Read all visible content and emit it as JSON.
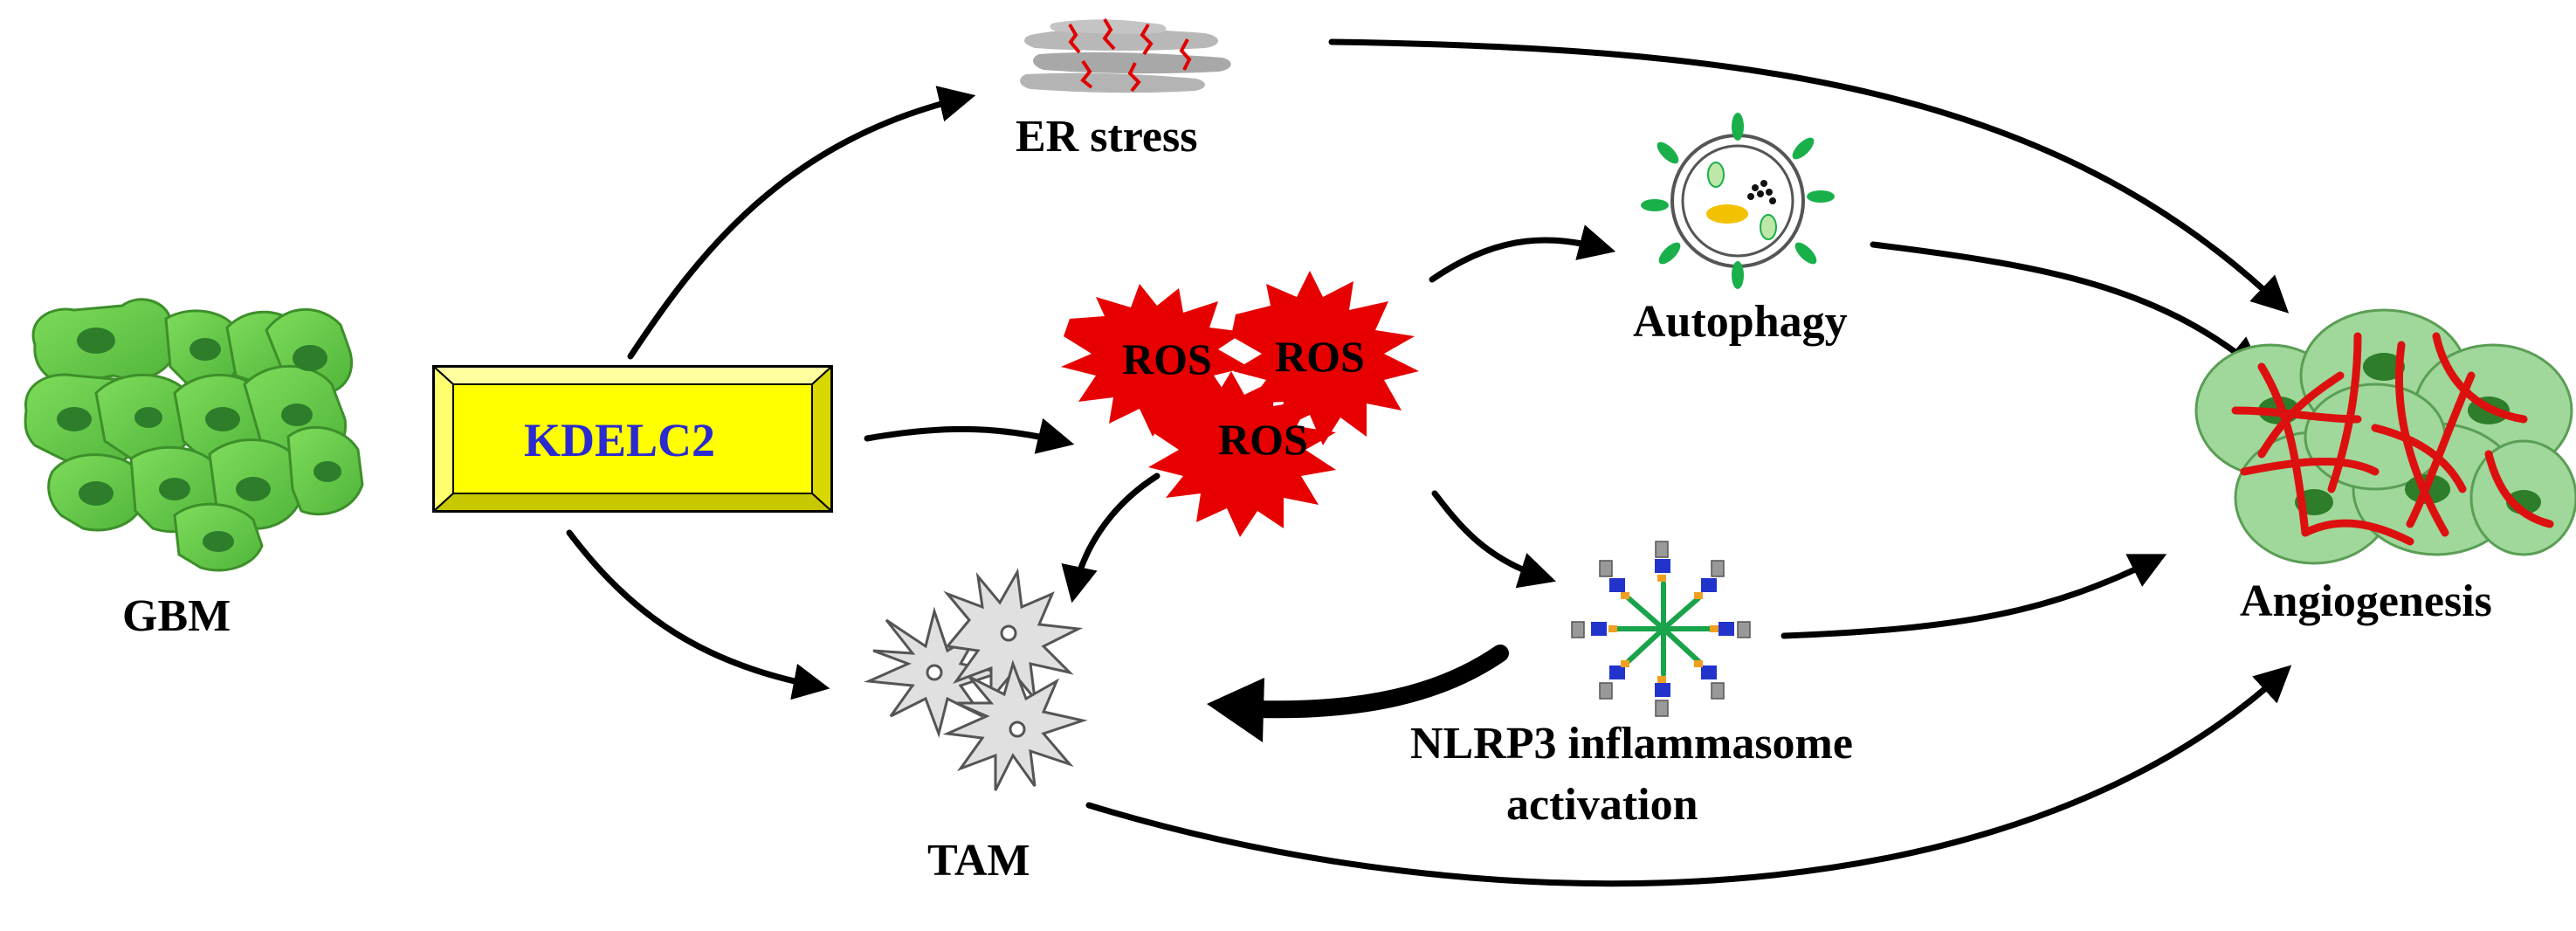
{
  "labels": {
    "gbm": "GBM",
    "kdelc2": "KDELC2",
    "er_stress": "ER stress",
    "ros_1": "ROS",
    "ros_2": "ROS",
    "ros_3": "ROS",
    "autophagy": "Autophagy",
    "nlrp3_line1": "NLRP3 inflammasome",
    "nlrp3_line2": "activation",
    "tam": "TAM",
    "angiogenesis": "Angiogenesis"
  },
  "colors": {
    "kdelc2_box": "#ffff00",
    "kdelc2_text": "#2a2ad0",
    "ros_burst": "#e60000",
    "gbm_cell": "#5cc040",
    "gbm_nucleus": "#2e7d2a",
    "tam_cell": "#d8d8d8",
    "vessel": "#dd1010",
    "inflammasome_core": "#19a34a",
    "inflammasome_unit": "#2233cc",
    "autophagy_green": "#19b04a",
    "autophagy_yellow": "#f2c200"
  },
  "icons": [
    "gbm-cell-cluster-icon",
    "er-stress-icon",
    "ros-burst-icon",
    "autophagosome-icon",
    "inflammasome-icon",
    "tam-macrophage-icon",
    "angiogenesis-icon"
  ]
}
